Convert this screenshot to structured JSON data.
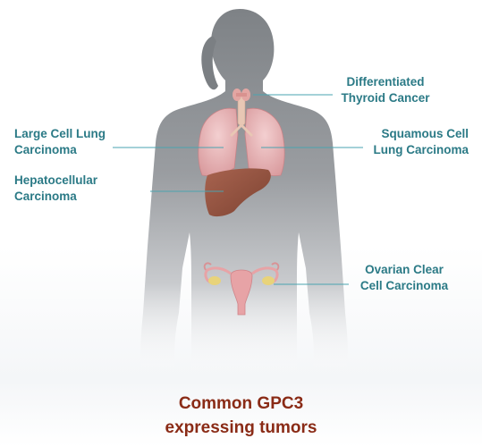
{
  "labels": {
    "thyroid": [
      "Differentiated",
      "Thyroid Cancer"
    ],
    "large_cell_lung": [
      "Large Cell Lung",
      "Carcinoma"
    ],
    "squamous_cell_lung": [
      "Squamous Cell",
      "Lung Carcinoma"
    ],
    "hepatocellular": [
      "Hepatocellular",
      "Carcinoma"
    ],
    "ovarian": [
      "Ovarian Clear",
      "Cell Carcinoma"
    ]
  },
  "title": [
    "Common GPC3",
    "expressing tumors"
  ],
  "colors": {
    "label": "#2b7a86",
    "leader_line": "#4aa3b0",
    "title": "#8a2b16",
    "silhouette": "#8a8d91",
    "lung": "#e9b6b8",
    "liver": "#9a5a47",
    "uterus": "#e7a3a6"
  }
}
